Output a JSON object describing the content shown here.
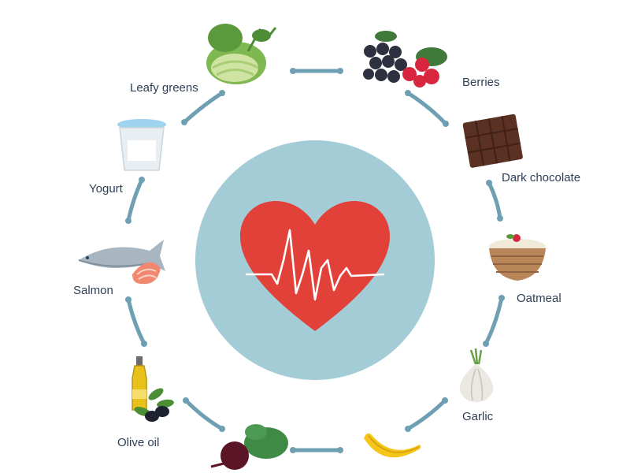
{
  "colors": {
    "circle": "#a3ccd6",
    "heart": "#e2413a",
    "connector": "#6f9fb3",
    "label_text": "#2e3f56"
  },
  "foods": [
    {
      "id": "leafy-greens",
      "label": "Leafy greens",
      "icon": "leafy-greens-icon"
    },
    {
      "id": "berries",
      "label": "Berries",
      "icon": "berries-icon"
    },
    {
      "id": "dark-chocolate",
      "label": "Dark chocolate",
      "icon": "chocolate-bar-icon"
    },
    {
      "id": "oatmeal",
      "label": "Oatmeal",
      "icon": "oatmeal-bowl-icon"
    },
    {
      "id": "garlic",
      "label": "Garlic",
      "icon": "garlic-icon"
    },
    {
      "id": "banana",
      "label": "",
      "icon": "banana-icon"
    },
    {
      "id": "beet",
      "label": "",
      "icon": "beet-icon"
    },
    {
      "id": "olive-oil",
      "label": "Olive oil",
      "icon": "olive-oil-icon"
    },
    {
      "id": "salmon",
      "label": "Salmon",
      "icon": "salmon-icon"
    },
    {
      "id": "yogurt",
      "label": "Yogurt",
      "icon": "yogurt-icon"
    }
  ],
  "center": {
    "icon": "heart-heartbeat-icon"
  }
}
